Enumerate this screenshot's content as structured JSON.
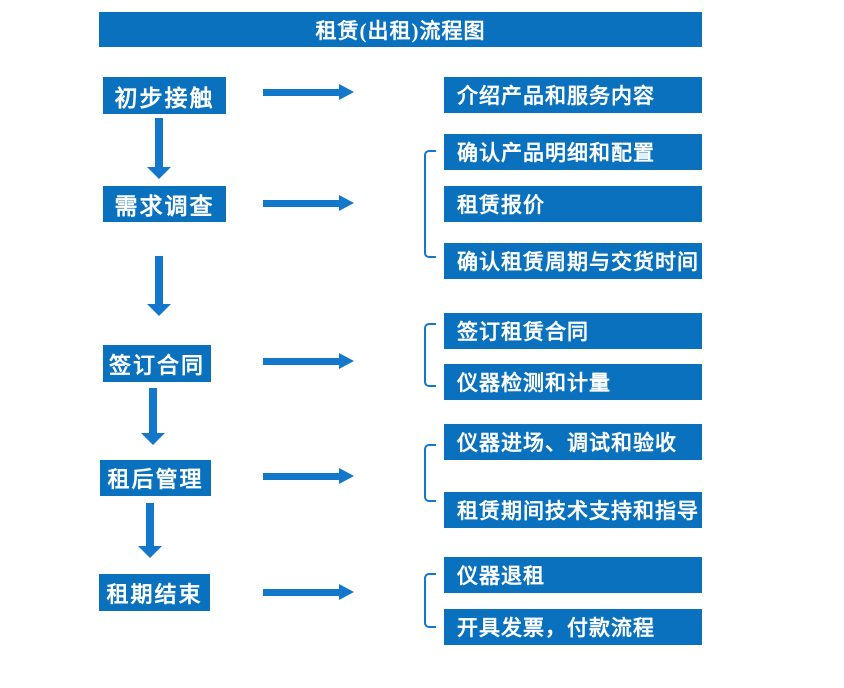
{
  "title": "租赁(出租)流程图",
  "colors": {
    "primary": "#0a71bf",
    "arrow": "#1377cb",
    "text": "#ffffff",
    "background": "#ffffff"
  },
  "flow": [
    {
      "stage": "初步接触",
      "outputs": [
        "介绍产品和服务内容"
      ]
    },
    {
      "stage": "需求调查",
      "outputs": [
        "确认产品明细和配置",
        "租赁报价",
        "确认租赁周期与交货时间"
      ]
    },
    {
      "stage": "签订合同",
      "outputs": [
        "签订租赁合同",
        "仪器检测和计量"
      ]
    },
    {
      "stage": "租后管理",
      "outputs": [
        "仪器进场、调试和验收",
        "租赁期间技术支持和指导"
      ]
    },
    {
      "stage": "租期结束",
      "outputs": [
        "仪器退租",
        "开具发票，付款流程"
      ]
    }
  ]
}
